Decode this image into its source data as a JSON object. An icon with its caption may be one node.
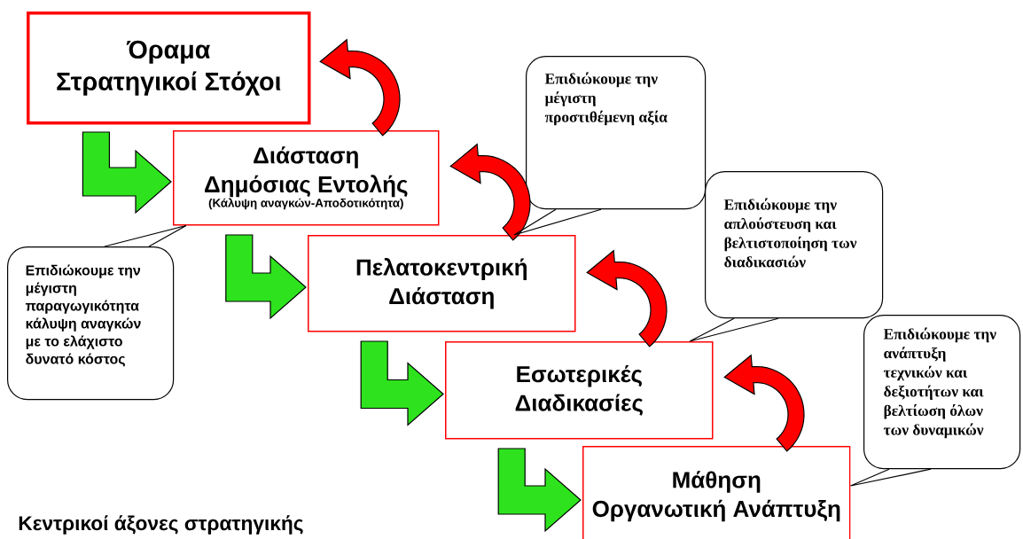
{
  "diagram": {
    "caption": "Κεντρικοί άξονες στρατηγικής",
    "nodes": [
      {
        "text": [
          "Όραμα",
          "Στρατηγικοί Στόχοι"
        ]
      },
      {
        "text": [
          "Διάσταση Δημόσιας Εντολής",
          "(Κάλυψη αναγκών-Αποδοτικότητα)"
        ]
      },
      {
        "text": [
          "Πελατοκεντρική Διάσταση"
        ]
      },
      {
        "text": [
          "Εσωτερικές Διαδικασίες"
        ]
      },
      {
        "text": [
          "Μάθηση",
          "Οργανωτική Ανάπτυξη"
        ]
      },
      {
        "text": [
          "Επιδιώκουμε την μέγιστη παραγωγικότητα κάλυψη αναγκών με το ελάχιστο δυνατό κόστος"
        ]
      },
      {
        "text": [
          "Επιδιώκουμε την μέγιστη προστιθέμενη αξία"
        ]
      },
      {
        "text": [
          "Επιδιώκουμε την απλούστευση και βελτιστοποίηση των διαδικασιών"
        ]
      },
      {
        "text": [
          "Επιδιώκουμε την ανάπτυξη τεχνικών και δεξιοτήτων και βελτίωση όλων των δυναμικών"
        ]
      }
    ],
    "edges": [
      {
        "from": 0,
        "to": 1,
        "arrow": "to",
        "color": "#2ee31e"
      },
      {
        "from": 1,
        "to": 2,
        "arrow": "to",
        "color": "#2ee31e"
      },
      {
        "from": 2,
        "to": 3,
        "arrow": "to",
        "color": "#2ee31e"
      },
      {
        "from": 3,
        "to": 4,
        "arrow": "to",
        "color": "#2ee31e"
      },
      {
        "from": 1,
        "to": 0,
        "arrow": "to",
        "color": "#ff0000"
      },
      {
        "from": 2,
        "to": 1,
        "arrow": "to",
        "color": "#ff0000"
      },
      {
        "from": 3,
        "to": 2,
        "arrow": "to",
        "color": "#ff0000"
      },
      {
        "from": 4,
        "to": 3,
        "arrow": "to",
        "color": "#ff0000"
      },
      {
        "from": 5,
        "to": 1,
        "arrow": "none"
      },
      {
        "from": 6,
        "to": 2,
        "arrow": "none"
      },
      {
        "from": 7,
        "to": 3,
        "arrow": "none"
      },
      {
        "from": 8,
        "to": 4,
        "arrow": "none"
      }
    ]
  }
}
